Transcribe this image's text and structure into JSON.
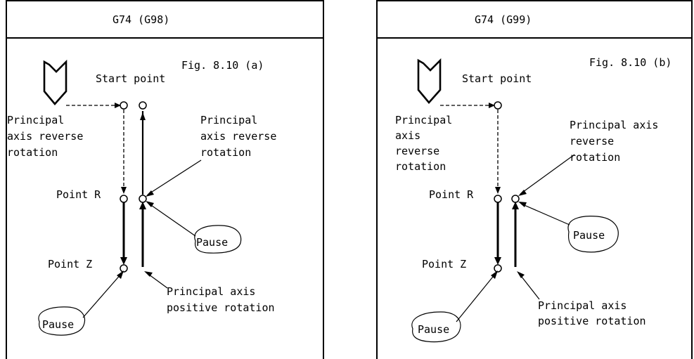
{
  "panel_a": {
    "header": "G74 (G98)",
    "fig": "Fig. 8.10 (a)",
    "start_point": "Start point",
    "left_note": [
      "Principal",
      "axis reverse",
      "rotation"
    ],
    "right_note": [
      "Principal",
      "axis reverse",
      "rotation"
    ],
    "point_r": "Point R",
    "point_z": "Point Z",
    "pause_right": "Pause",
    "pause_bottom": "Pause",
    "positive_note": [
      "Principal axis",
      "positive rotation"
    ]
  },
  "panel_b": {
    "header": "G74 (G99)",
    "fig": "Fig. 8.10 (b)",
    "start_point": "Start point",
    "left_note": [
      "Principal",
      "axis",
      "reverse",
      "rotation"
    ],
    "right_note": [
      "Principal axis",
      "reverse",
      "rotation"
    ],
    "point_r": "Point R",
    "point_z": "Point Z",
    "pause_right": "Pause",
    "pause_bottom": "Pause",
    "positive_note": [
      "Principal axis",
      "positive rotation"
    ]
  }
}
